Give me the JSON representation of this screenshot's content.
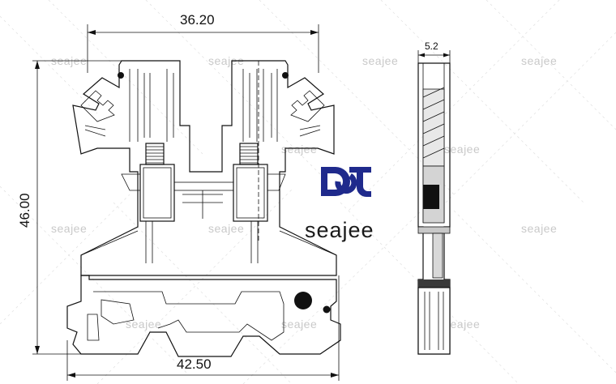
{
  "dimensions": {
    "top_width": "36.20",
    "bottom_width": "42.50",
    "height": "46.00",
    "side_thickness": "5.2"
  },
  "brand": {
    "wordmark": "seajee"
  },
  "watermark": {
    "text": "seajee"
  },
  "colors": {
    "line": "#111111",
    "watermark": "#c9c9c9",
    "logo_blue": "#1f2a8c",
    "brand_text": "#1a1a1a"
  },
  "icons": {
    "logo": "pd-logo-icon"
  }
}
